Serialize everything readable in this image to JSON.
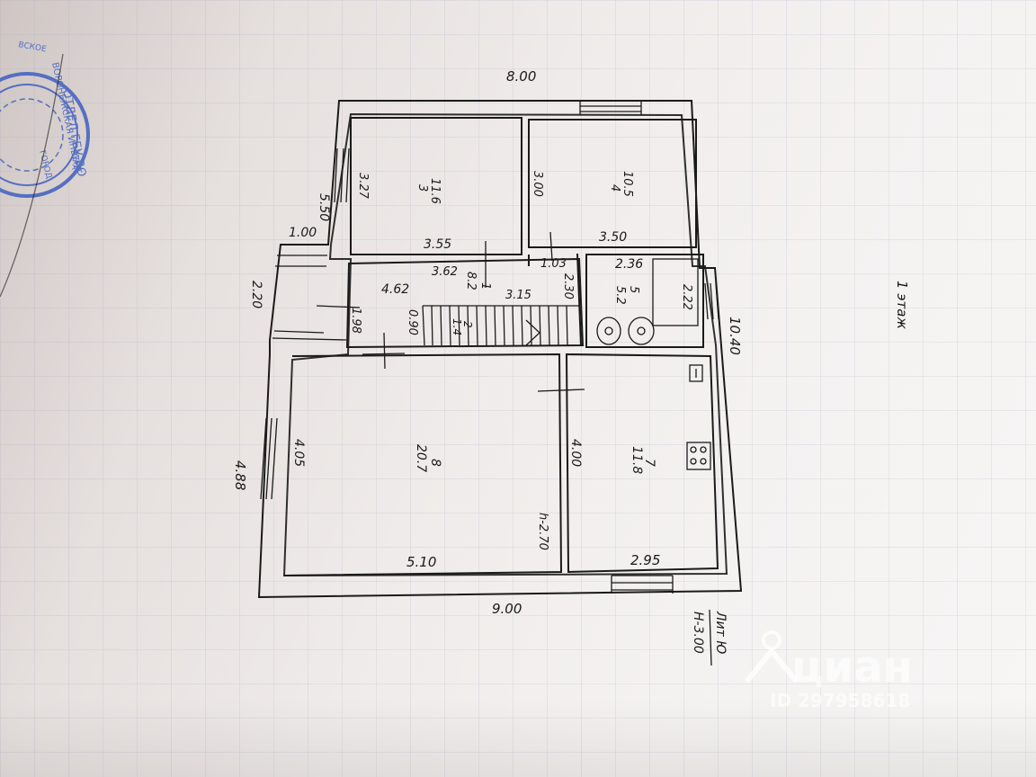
{
  "floor_label": "1 этаж",
  "liter_label": "Лит Ю",
  "liter_height": "Н-3.00",
  "overall_dimensions": {
    "top_width": "8.00",
    "bottom_width": "9.00",
    "right_height": "10.40",
    "left_upper": "5.50",
    "left_lower": "4.88",
    "porch_depth": "1.00",
    "porch_length": "2.20"
  },
  "rooms": [
    {
      "number": "3",
      "area": "11.6",
      "dim_a": "3.27",
      "dim_b": "3.55"
    },
    {
      "number": "4",
      "area": "10.5",
      "dim_a": "3.00",
      "dim_b": "3.50"
    },
    {
      "number": "1",
      "area": "8.2",
      "dim_a": "3.62",
      "dim_b": "3.15",
      "dim_c": "4.62",
      "dim_d": "1.98"
    },
    {
      "number": "2",
      "area": "1.4",
      "dim_a": "0.90",
      "dim_b": "1.03",
      "dim_c": "2.30"
    },
    {
      "number": "5",
      "area": "5.2",
      "dim_a": "2.36",
      "dim_b": "2.22"
    },
    {
      "number": "8",
      "area": "20.7",
      "dim_a": "4.05",
      "dim_b": "5.10",
      "height": "h-2.70"
    },
    {
      "number": "7",
      "area": "11.8",
      "dim_a": "4.00",
      "dim_b": "2.95"
    }
  ],
  "stamp_text": [
    "ВСКОЕ",
    "ВОРОНЕЖСКАЯ ИНВЕНТ",
    "ОТДЕЛ ГБУ ВО",
    "ГОРОД",
    "УПРА"
  ],
  "watermark": {
    "brand": "циан",
    "id": "ID 297958618"
  },
  "colors": {
    "ink": "#1a1a1a",
    "stamp": "#3f5fc0",
    "paper": "#f3f1f0"
  }
}
